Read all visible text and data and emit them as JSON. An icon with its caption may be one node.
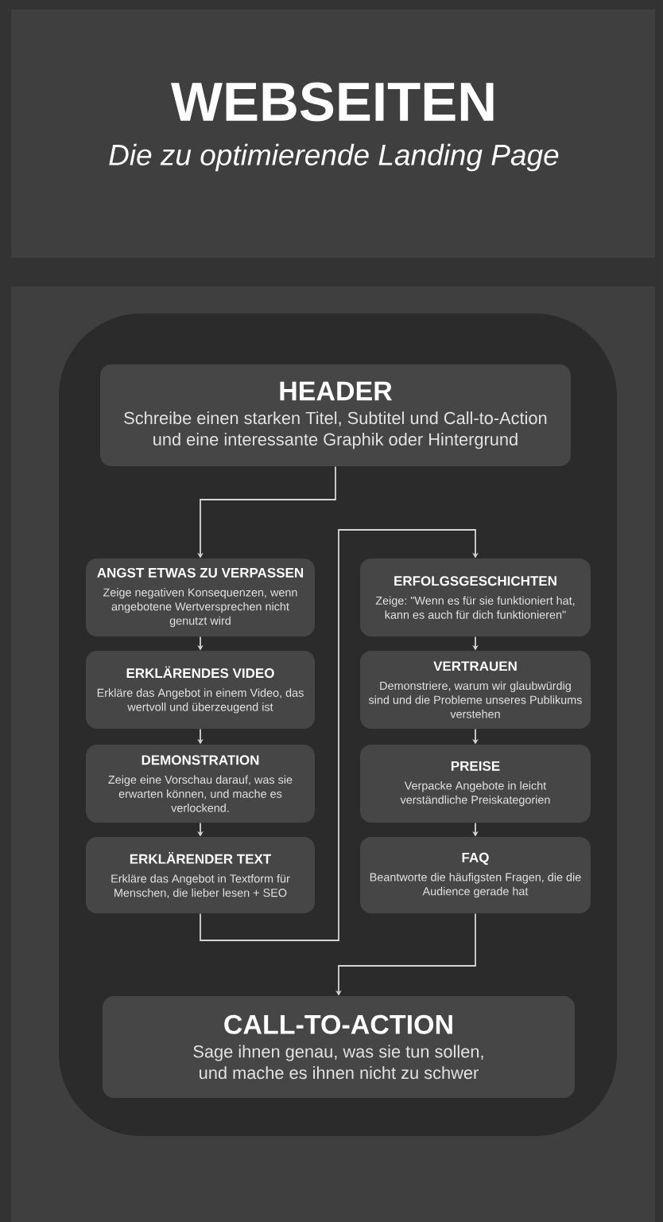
{
  "diagram": {
    "title": "WEBSEITEN",
    "nodes": [
      {
        "text": [
          "HEADER",
          "Schreibe einen starken Titel, Subtitel und Call-to-Action und eine interessante Graphik oder Hintergrund"
        ]
      },
      {
        "text": [
          "ANGST ETWAS ZU VERPASSEN",
          "Zeige negativen Konsequenzen, wenn angebotene Wertversprechen nicht genutzt wird"
        ]
      },
      {
        "text": [
          "ERKLÄRENDES VIDEO",
          "Erkläre das Angebot in einem Video, das wertvoll und überzeugend ist"
        ]
      },
      {
        "text": [
          "DEMONSTRATION",
          "Zeige eine Vorschau darauf, was sie erwarten können, und mache es verlockend."
        ]
      },
      {
        "text": [
          "ERKLÄRENDER TEXT",
          "Erkläre das Angebot in Textform für Menschen, die lieber lesen + SEO"
        ]
      },
      {
        "text": [
          "ERFOLGSGESCHICHTEN",
          "Zeige: \"Wenn es für sie funktioniert hat, kann es auch für dich funktionieren\""
        ]
      },
      {
        "text": [
          "VERTRAUEN",
          "Demonstriere, warum wir glaubwürdig sind und die Probleme unseres Publikums verstehen"
        ]
      },
      {
        "text": [
          "PREISE",
          "Verpacke Angebote in leicht verständliche Preiskategorien"
        ]
      },
      {
        "text": [
          "FAQ",
          "Beantworte die häufigsten Fragen, die die Audience gerade hat"
        ]
      },
      {
        "text": [
          "CALL-TO-ACTION",
          "Sage ihnen genau, was sie tun sollen, und mache es ihnen nicht zu schwer"
        ]
      }
    ],
    "edges": [
      {
        "from": 0,
        "to": 1,
        "arrow": "to"
      },
      {
        "from": 1,
        "to": 2,
        "arrow": "to"
      },
      {
        "from": 2,
        "to": 3,
        "arrow": "to"
      },
      {
        "from": 3,
        "to": 4,
        "arrow": "to"
      },
      {
        "from": 4,
        "to": 5,
        "arrow": "to"
      },
      {
        "from": 5,
        "to": 6,
        "arrow": "to"
      },
      {
        "from": 6,
        "to": 7,
        "arrow": "to"
      },
      {
        "from": 7,
        "to": 8,
        "arrow": "to"
      },
      {
        "from": 8,
        "to": 9,
        "arrow": "to"
      }
    ],
    "labels": [
      "Die zu optimierende Landing Page"
    ]
  }
}
